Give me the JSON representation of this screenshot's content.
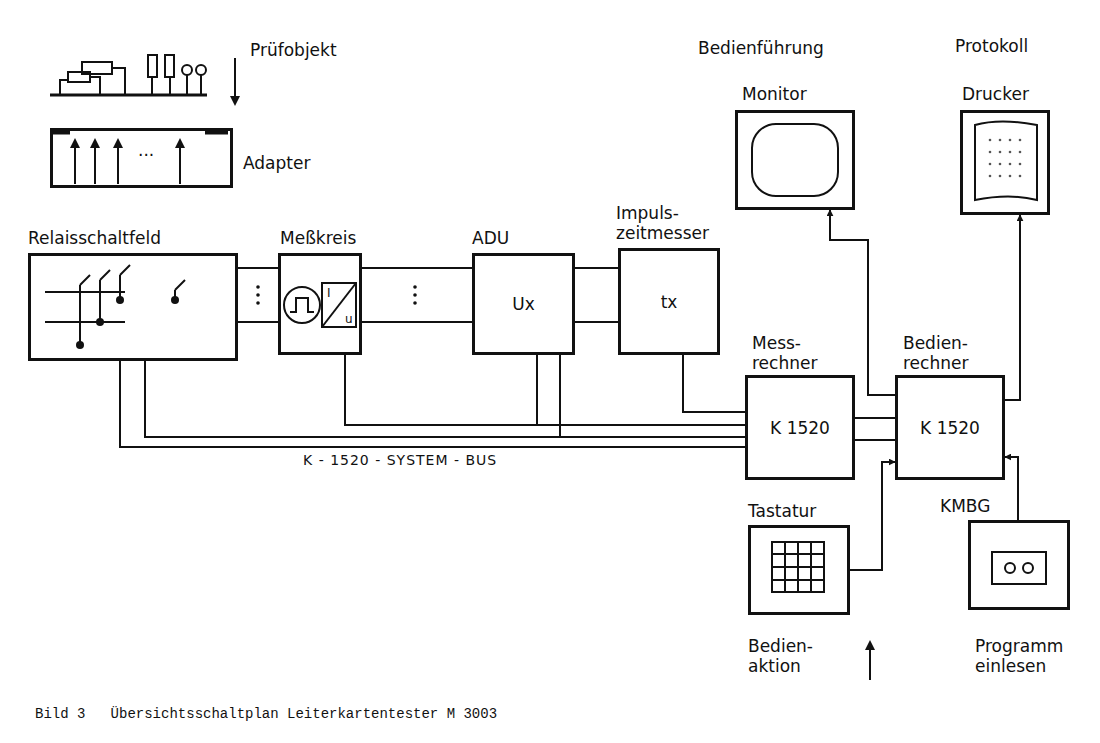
{
  "diagram": {
    "caption": "Bild 3   Übersichtsschaltplan Leiterkartentester M 3003",
    "nodes": [
      {
        "text": [
          "Adapter"
        ]
      },
      {
        "text": [
          "Relaisschaltfeld"
        ]
      },
      {
        "text": [
          "Meßkreis"
        ]
      },
      {
        "text": [
          "ADU",
          "Ux"
        ]
      },
      {
        "text": [
          "Impuls- zeitmesser",
          "tx"
        ]
      },
      {
        "text": [
          "Mess- rechner",
          "K 1520"
        ]
      },
      {
        "text": [
          "Bedien- rechner",
          "K 1520"
        ]
      },
      {
        "text": [
          "Monitor"
        ]
      },
      {
        "text": [
          "Drucker"
        ]
      },
      {
        "text": [
          "Tastatur",
          "Bedien- aktion"
        ]
      },
      {
        "text": [
          "KMBG",
          "Programm einlesen"
        ]
      }
    ],
    "edges": [
      {
        "from": 1,
        "to": 2,
        "arrow": "none"
      },
      {
        "from": 2,
        "to": 3,
        "arrow": "none"
      },
      {
        "from": 3,
        "to": 4,
        "arrow": "none"
      },
      {
        "from": 4,
        "to": 5,
        "arrow": "none"
      },
      {
        "from": 1,
        "to": 5,
        "arrow": "none",
        "label": "K - 1520 - SYSTEM - BUS"
      },
      {
        "from": 2,
        "to": 5,
        "arrow": "none"
      },
      {
        "from": 3,
        "to": 5,
        "arrow": "none"
      },
      {
        "from": 5,
        "to": 6,
        "arrow": "none"
      },
      {
        "from": 6,
        "to": 7,
        "arrow": "to"
      },
      {
        "from": 6,
        "to": 8,
        "arrow": "to"
      },
      {
        "from": 9,
        "to": 6,
        "arrow": "to"
      },
      {
        "from": 10,
        "to": 6,
        "arrow": "to"
      }
    ],
    "labels": [
      "Prüfobjekt",
      "...",
      "I",
      "u",
      "Bedienführung",
      "Protokoll"
    ]
  }
}
